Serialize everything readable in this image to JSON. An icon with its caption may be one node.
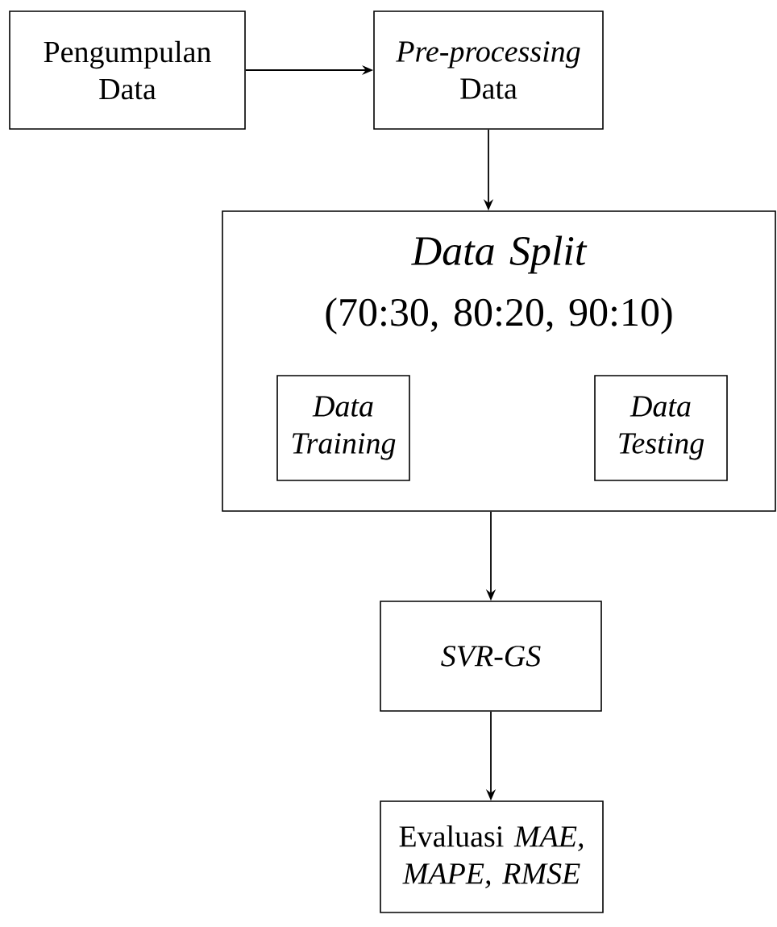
{
  "diagram": {
    "nodes": [
      {
        "text": [
          "Pengumpulan Data"
        ]
      },
      {
        "text": [
          "*Pre-processing* Data"
        ]
      },
      {
        "text": [
          "Data Split",
          "(70:30, 80:20, 90:10)"
        ]
      },
      {
        "text": [
          "Data Training"
        ],
        "in": 2
      },
      {
        "text": [
          "Data Testing"
        ],
        "in": 2
      },
      {
        "text": [
          "SVR-GS"
        ]
      },
      {
        "text": [
          "Evaluasi *MAE, MAPE, RMSE*"
        ]
      }
    ],
    "edges": [
      {
        "from": 0,
        "to": 1,
        "arrow": "to"
      },
      {
        "from": 1,
        "to": 2,
        "arrow": "to"
      },
      {
        "from": 2,
        "to": 5,
        "arrow": "to"
      },
      {
        "from": 5,
        "to": 6,
        "arrow": "to"
      }
    ]
  }
}
